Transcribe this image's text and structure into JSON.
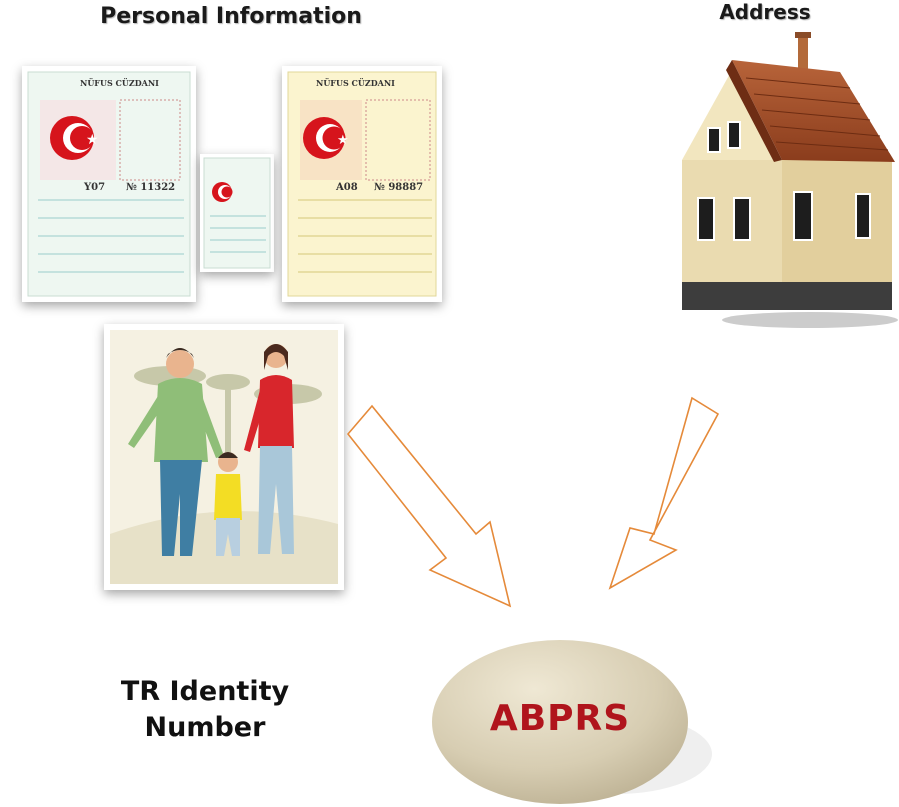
{
  "titles": {
    "personal_information": "Personal Information",
    "address": "Address"
  },
  "identity_label": {
    "line1": "TR Identity",
    "line2": "Number"
  },
  "central_node": {
    "label": "ABPRS"
  },
  "id_card_text": {
    "header": "NÜFUS CÜZDANI",
    "number_left": "№ 11322",
    "number_right": "№ 98887",
    "series_left": "Y07",
    "series_right": "A08"
  },
  "colors": {
    "node_text": "#b0141c",
    "node_fill": "#d4c9b0",
    "arrow_stroke": "#e58a3a",
    "roof": "#a9542a",
    "wall": "#eadbb0"
  }
}
